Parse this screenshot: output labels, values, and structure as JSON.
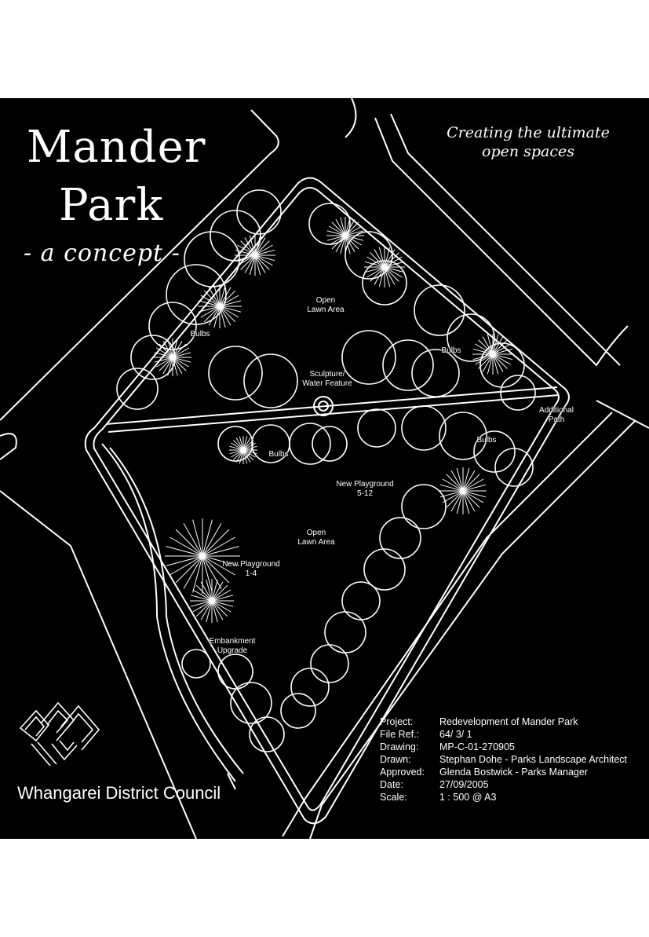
{
  "title": {
    "line1": "Mander",
    "line2": "Park",
    "line3": "- a concept -"
  },
  "tagline": {
    "line1": "Creating the ultimate",
    "line2": "open spaces"
  },
  "map_labels": [
    {
      "id": "lawn-north",
      "text": "Open\nLawn Area"
    },
    {
      "id": "bulbs-west",
      "text": "Bulbs"
    },
    {
      "id": "bulbs-east",
      "text": "Bulbs"
    },
    {
      "id": "sculpture",
      "text": "Sculpture/\nWater Feature"
    },
    {
      "id": "additional-path",
      "text": "Additional\nPath"
    },
    {
      "id": "bulbs-centre",
      "text": "Bulbs"
    },
    {
      "id": "bulbs-southeast",
      "text": "Bulbs"
    },
    {
      "id": "playground-5-12",
      "text": "New Playground\n5-12"
    },
    {
      "id": "lawn-south",
      "text": "Open\nLawn Area"
    },
    {
      "id": "playground-1-4",
      "text": "New Playground\n1-4"
    },
    {
      "id": "embankment",
      "text": "Embankment\nUpgrade"
    }
  ],
  "council_name": "Whangarei District Council",
  "project_info": [
    {
      "key": "Project:",
      "value": "Redevelopment of Mander Park"
    },
    {
      "key": "File Ref.:",
      "value": "64/ 3/ 1"
    },
    {
      "key": "Drawing:",
      "value": "MP-C-01-270905"
    },
    {
      "key": "Drawn:",
      "value": "Stephan Dohe - Parks Landscape Architect"
    },
    {
      "key": "Approved:",
      "value": "Glenda Bostwick - Parks Manager"
    },
    {
      "key": "Date:",
      "value": "27/09/2005"
    },
    {
      "key": "Scale:",
      "value": "1 : 500 @ A3"
    }
  ],
  "colors": {
    "background": "#000000",
    "linework": "#ffffff",
    "page": "#ffffff"
  }
}
